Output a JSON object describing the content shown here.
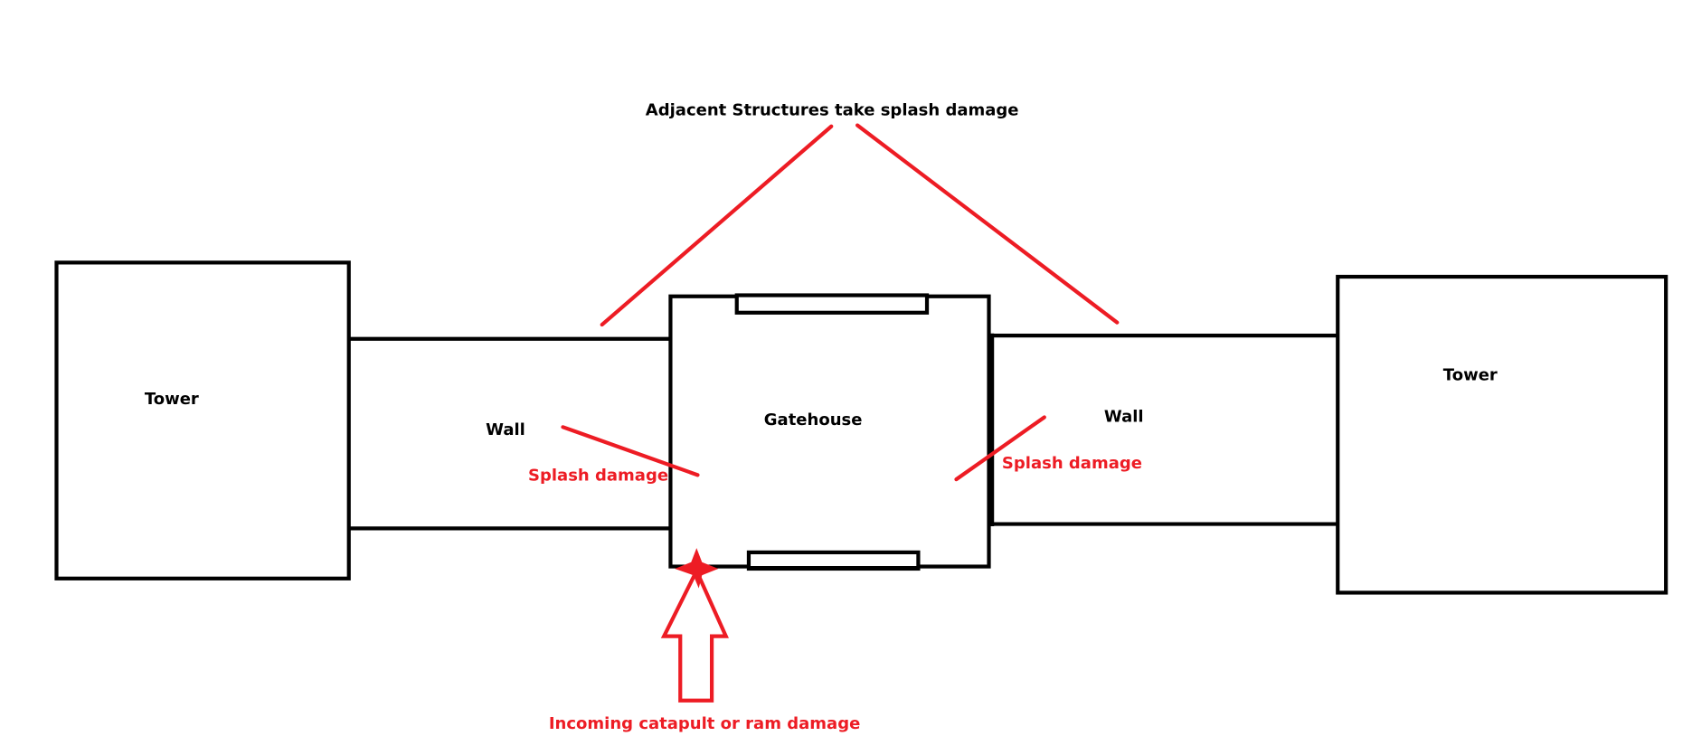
{
  "colors": {
    "structure": "#000000",
    "annotation": "#ed1c24",
    "background": "#ffffff"
  },
  "structures": {
    "left_tower": "Tower",
    "left_wall": "Wall",
    "gatehouse": "Gatehouse",
    "right_wall": "Wall",
    "right_tower": "Tower"
  },
  "annotations": {
    "adjacent_note": "Adjacent Structures take splash damage",
    "splash_left": "Splash damage",
    "splash_right": "Splash damage",
    "incoming": "Incoming catapult or ram damage"
  },
  "icons": {
    "impact": "impact-star-icon",
    "arrow": "up-arrow-icon"
  }
}
